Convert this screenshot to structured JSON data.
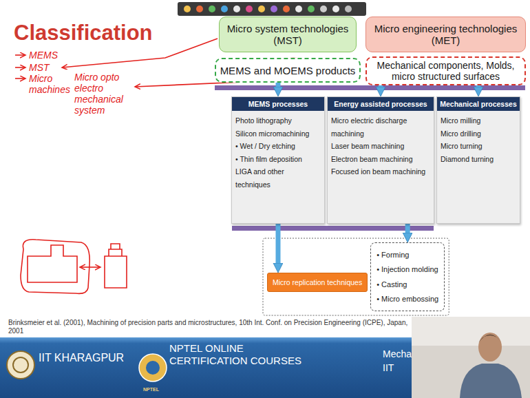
{
  "diagram": {
    "title": "Classification",
    "nodes": [
      {
        "text": [
          "Micro system technologies (MST)"
        ]
      },
      {
        "text": [
          "MEMS and MOEMS products"
        ]
      },
      {
        "text": [
          "Micro engineering technologies (MET)"
        ]
      },
      {
        "text": [
          "Mechanical components, Molds, micro structured surfaces"
        ]
      },
      {
        "text": [
          "MEMS processes",
          "Photo lithography",
          "Silicon micromachining",
          "• Wet / Dry etching",
          "• Thin film deposition",
          "LIGA and other techniques"
        ]
      },
      {
        "text": [
          "Energy assisted processes",
          "Micro electric discharge machining",
          "Laser beam machining",
          "Electron beam machining",
          "Focused ion beam machining"
        ]
      },
      {
        "text": [
          "Mechanical processes",
          "Micro milling",
          "Micro drilling",
          "Micro turning",
          "Diamond turning"
        ]
      },
      {
        "text": [
          "Micro replication techniques"
        ]
      },
      {
        "text": [
          "• Forming",
          "• Injection molding",
          "• Casting",
          "• Micro embossing"
        ]
      }
    ],
    "edges": [
      {
        "from": 1,
        "to": 4,
        "arrow": "to"
      },
      {
        "from": 3,
        "to": 5,
        "arrow": "to"
      },
      {
        "from": 3,
        "to": 6,
        "arrow": "to"
      },
      {
        "from": 4,
        "to": 7,
        "arrow": "to"
      },
      {
        "from": 5,
        "to": 8,
        "arrow": "to"
      }
    ],
    "labels": [
      "MEMS",
      "MST",
      "Micro machines",
      "Micro opto electro mechanical system",
      "Brinksmeier et al. (2001), Machining of precision parts and microstructures, 10th Int. Conf. on Precision Engineering (ICPE), Japan, 2001",
      "IIT KHARAGPUR",
      "NPTEL ONLINE CERTIFICATION COURSES",
      "NPTEL",
      "Mecha",
      "IIT"
    ]
  }
}
